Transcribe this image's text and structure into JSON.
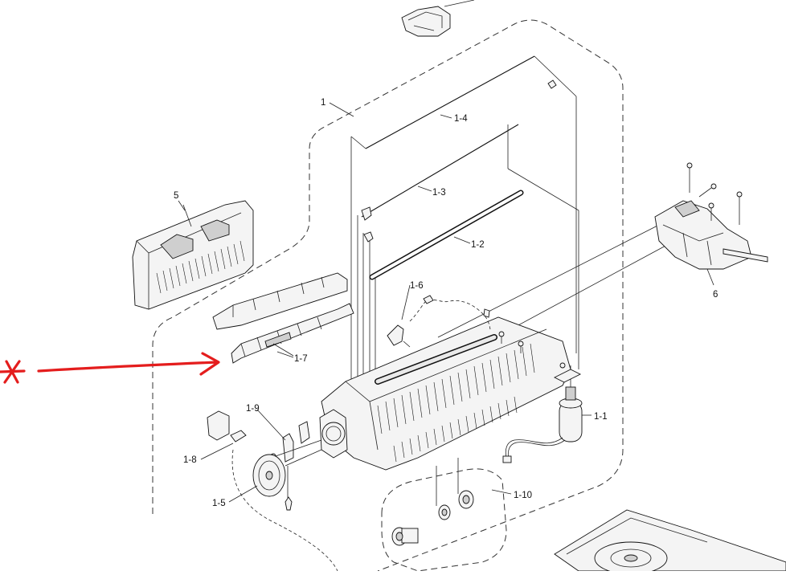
{
  "callouts": {
    "c1": "1",
    "c1_1": "1-1",
    "c1_2": "1-2",
    "c1_3": "1-3",
    "c1_4": "1-4",
    "c1_5": "1-5",
    "c1_6": "1-6",
    "c1_7": "1-7",
    "c1_8": "1-8",
    "c1_9": "1-9",
    "c1_10": "1-10",
    "c5": "5",
    "c6": "6"
  },
  "annotation": {
    "mark": "*",
    "color": "#e41d1d"
  },
  "colors": {
    "line": "#111111",
    "background": "#ffffff",
    "annotation": "#e41d1d"
  }
}
